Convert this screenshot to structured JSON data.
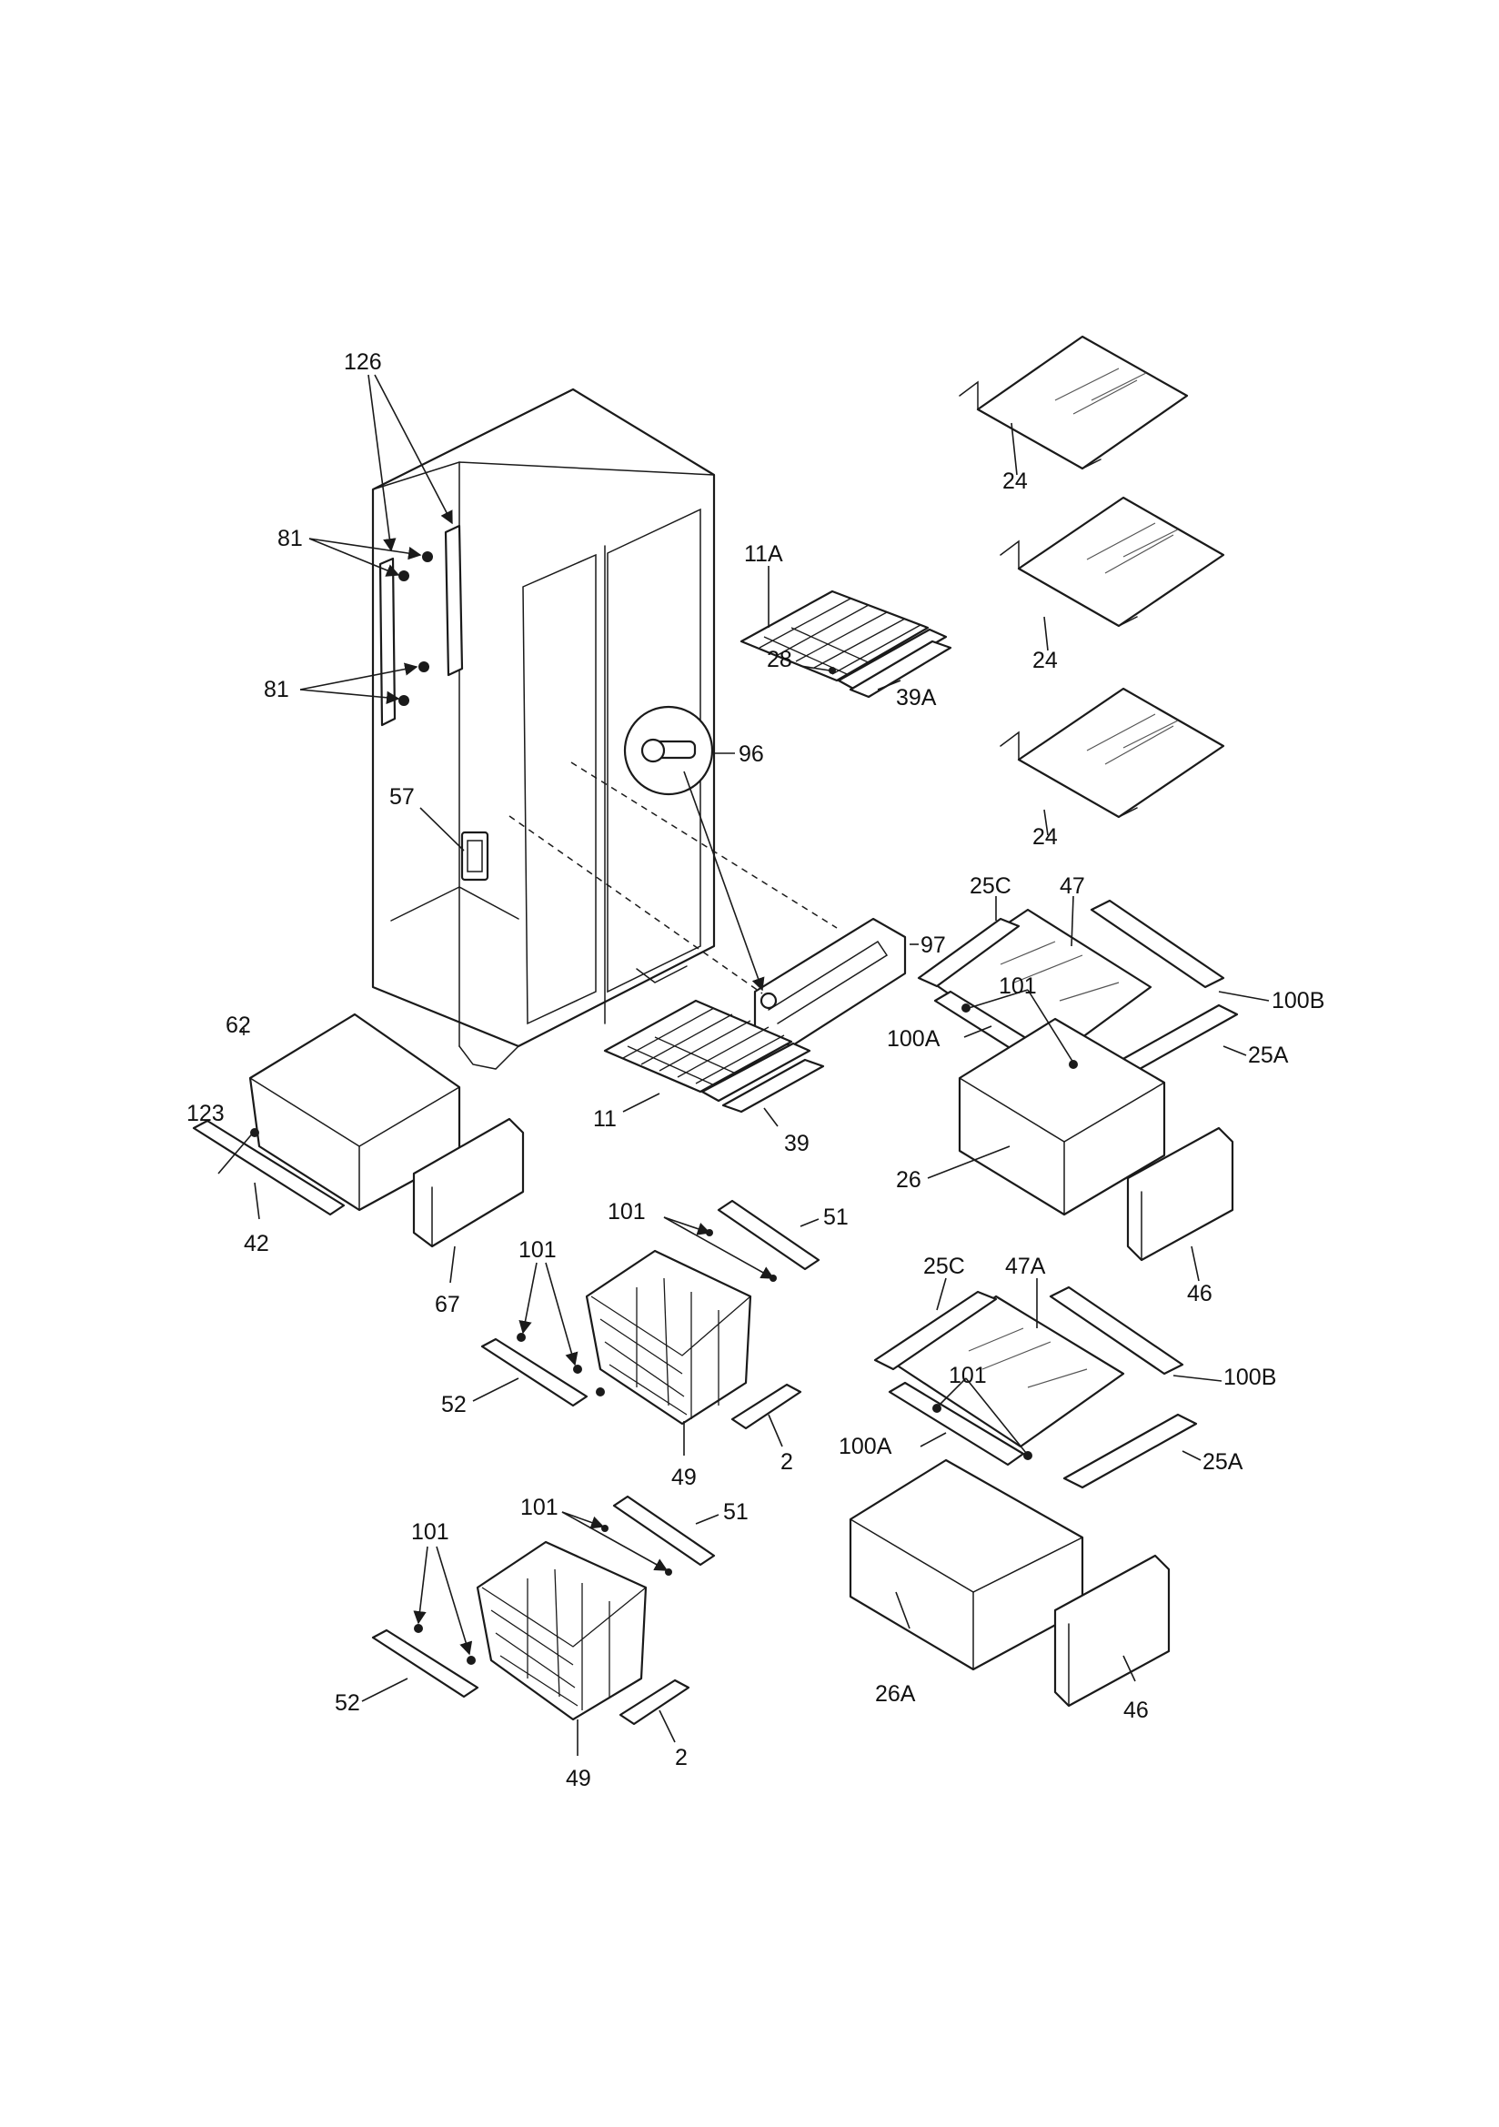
{
  "callouts": {
    "c126": "126",
    "c81a": "81",
    "c81b": "81",
    "c57": "57",
    "c96": "96",
    "c97": "97",
    "c11A": "11A",
    "c28": "28",
    "c39A": "39A",
    "c11": "11",
    "c39": "39",
    "c24a": "24",
    "c24b": "24",
    "c24c": "24",
    "c25Ca": "25C",
    "c47": "47",
    "c101a": "101",
    "c100Ba": "100B",
    "c100Aa": "100A",
    "c25Aa": "25A",
    "c26": "26",
    "c46a": "46",
    "c25Cb": "25C",
    "c47A": "47A",
    "c101b": "101",
    "c100Bb": "100B",
    "c100Ab": "100A",
    "c25Ab": "25A",
    "c26A": "26A",
    "c46b": "46",
    "c62": "62",
    "c123": "123",
    "c42": "42",
    "c67": "67",
    "c101c": "101",
    "c51a": "51",
    "c101d": "101",
    "c52a": "52",
    "c49a": "49",
    "c2a": "2",
    "c101e": "101",
    "c51b": "51",
    "c101f": "101",
    "c52b": "52",
    "c49b": "49",
    "c2b": "2"
  },
  "icons": {
    "screw": "screw-icon"
  }
}
